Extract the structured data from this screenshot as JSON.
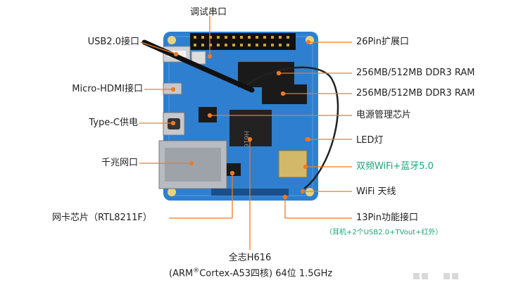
{
  "labels_left": {
    "debug_uart": "调试串口",
    "usb2": "USB2.0接口",
    "micro_hdmi": "Micro-HDMI接口",
    "typec": "Type-C供电",
    "ethernet": "千兆网口",
    "nic_chip": "网卡芯片（RTL8211F）"
  },
  "labels_right": {
    "pin26": "26Pin扩展口",
    "ram1": "256MB/512MB DDR3 RAM",
    "ram2": "256MB/512MB DDR3 RAM",
    "pmic": "电源管理芯片",
    "led": "LED灯",
    "wifi_bt": "双频WiFi+蓝牙5.0",
    "wifi_antenna": "WiFi 天线",
    "pin13": "13Pin功能接口",
    "pin13_note": "（耳机+2个USB2.0+TVout+红外）"
  },
  "soc": {
    "line1": "全志H616",
    "line2_prefix": "(ARM",
    "line2_sup": "®",
    "line2_suffix": "Cortex-A53四核) 64位 1.5GHz",
    "chip_mark": "H616"
  },
  "colors": {
    "pcb": "#2e7fd0",
    "pcb_dark": "#1c5fa8",
    "pointer": "#f07a22",
    "accent_text": "#1aa57c"
  }
}
